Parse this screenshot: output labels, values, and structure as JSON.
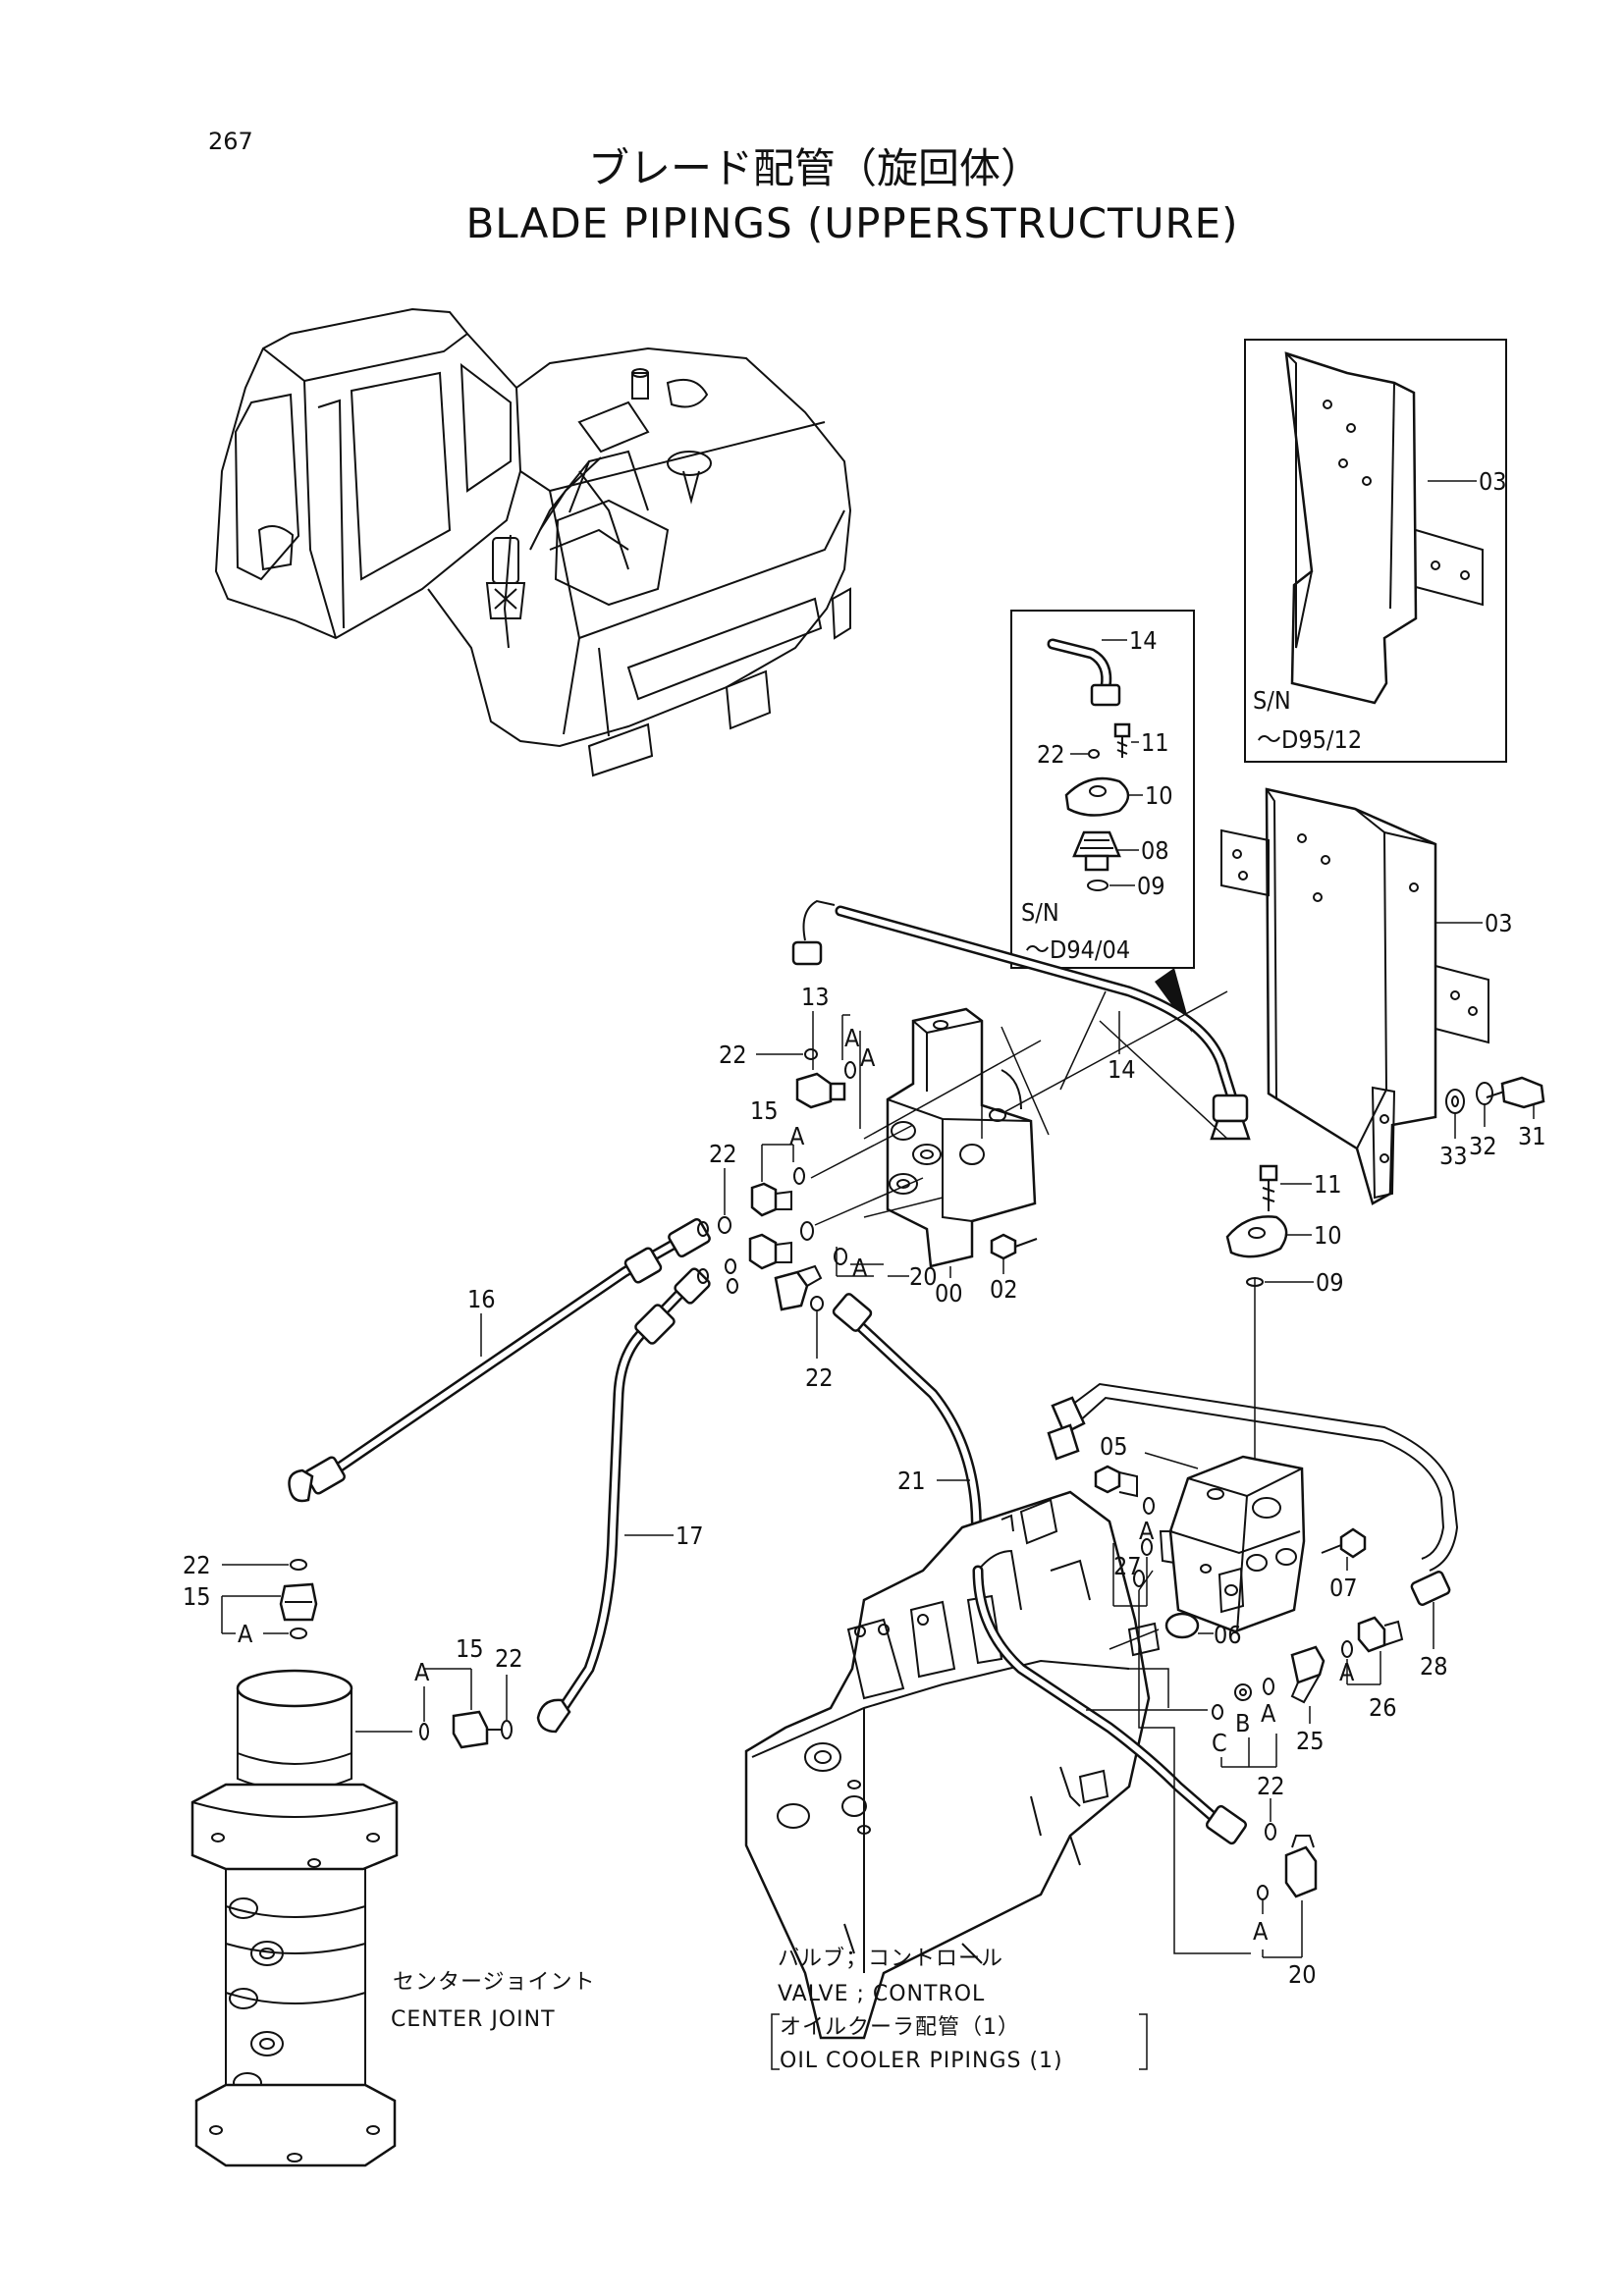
{
  "page": {
    "number": "267"
  },
  "title": {
    "jp": "ブレード配管（旋回体）",
    "en": "BLADE PIPINGS (UPPERSTRUCTURE)"
  },
  "inset_top": {
    "sn_label": "S/N",
    "sn_value": "～D95/12"
  },
  "inset_mid": {
    "sn_label": "S/N",
    "sn_value": "～D94/04"
  },
  "part_labels": {
    "p00": "00",
    "p02": "02",
    "p03a": "03",
    "p03b": "03",
    "p05": "05",
    "p06": "06",
    "p07": "07",
    "p08": "08",
    "p09a": "09",
    "p09b": "09",
    "p10a": "10",
    "p10b": "10",
    "p11a": "11",
    "p11b": "11",
    "p13": "13",
    "p14a": "14",
    "p14b": "14",
    "p15a": "15",
    "p15b": "15",
    "p15c": "15",
    "p16": "16",
    "p17": "17",
    "p20a": "20",
    "p20b": "20",
    "p21": "21",
    "p22a": "22",
    "p22b": "22",
    "p22c": "22",
    "p22d": "22",
    "p22e": "22",
    "p22f": "22",
    "p22g": "22",
    "p25": "25",
    "p26": "26",
    "p27": "27",
    "p28": "28",
    "p31": "31",
    "p32": "32",
    "p33": "33"
  },
  "letter_labels": {
    "a1": "A",
    "a2": "A",
    "a3": "A",
    "a4": "A",
    "a5": "A",
    "a6": "A",
    "a7": "A",
    "a8": "A",
    "a9": "A",
    "a10": "A",
    "b1": "B",
    "c1": "C"
  },
  "captions": {
    "center_joint_jp": "センタージョイント",
    "center_joint_en": "CENTER  JOINT",
    "valve_jp": "バルブ；コントロール",
    "valve_en": "VALVE ; CONTROL",
    "oil_cooler_jp": "オイルクーラ配管（1）",
    "oil_cooler_en": "OIL  COOLER  PIPINGS (1)"
  }
}
